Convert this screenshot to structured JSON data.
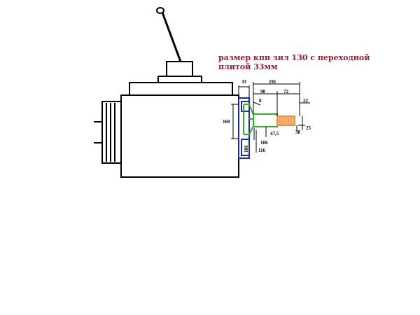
{
  "annotation": {
    "line1": "размер кпп зил 130 с переходной",
    "line2": "плитой 33мм"
  },
  "dimensions": {
    "d33": "33",
    "d191": "191",
    "d98": "98",
    "d72": "72",
    "d22": "22",
    "d8": "8",
    "d160": "160",
    "d186": "186",
    "d106": "106",
    "d116": "116",
    "d47_5": "47,5",
    "d38": "38",
    "d25": "25"
  },
  "colors": {
    "outline": "#000000",
    "adapter_plate": "#1c2bb0",
    "shaft": "#2fae2f",
    "spline": "#f0913a",
    "annotation": "#a01e28"
  }
}
